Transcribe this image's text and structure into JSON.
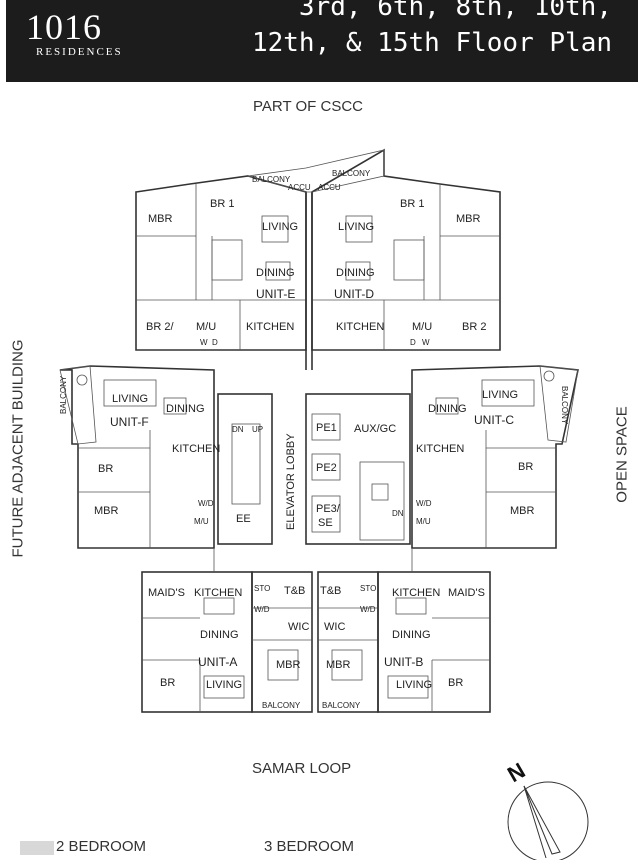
{
  "header": {
    "logo": "1016",
    "logo_sub": "RESIDENCES",
    "title_line1": "3rd, 6th, 8th, 10th,",
    "title_line2": "12th, & 15th Floor Plan"
  },
  "captions": {
    "top": "PART OF CSCC",
    "bottom": "SAMAR LOOP",
    "left": "FUTURE  ADJACENT BUILDING",
    "right": "OPEN SPACE"
  },
  "compass": {
    "label": "N"
  },
  "legend": {
    "two_bedroom": "2 BEDROOM",
    "three_bedroom": "3 BEDROOM"
  },
  "core": {
    "elevator_lobby": "ELEVATOR LOBBY",
    "ee": "EE",
    "aux": "AUX/GC",
    "pe1": "PE1",
    "pe2": "PE2",
    "pe3": "PE3/",
    "se": "SE",
    "dn": "DN",
    "up": "UP"
  },
  "units": {
    "e": {
      "name": "UNIT-E",
      "mbr": "MBR",
      "br1": "BR 1",
      "br2": "BR 2/",
      "living": "LIVING",
      "dining": "DINING",
      "kitchen": "KITCHEN",
      "mu": "M/U",
      "w": "W",
      "d": "D",
      "balcony": "BALCONY",
      "acc": "ACCU"
    },
    "d": {
      "name": "UNIT-D",
      "mbr": "MBR",
      "br1": "BR 1",
      "br2": "BR 2",
      "living": "LIVING",
      "dining": "DINING",
      "kitchen": "KITCHEN",
      "mu": "M/U",
      "d": "D",
      "w": "W",
      "balcony": "BALCONY",
      "acc": "ACCU"
    },
    "f": {
      "name": "UNIT-F",
      "living": "LIVING",
      "dining": "DINING",
      "kitchen": "KITCHEN",
      "br": "BR",
      "mbr": "MBR",
      "wd": "W/D",
      "mu": "M/U",
      "balcony": "BALCONY"
    },
    "c": {
      "name": "UNIT-C",
      "living": "LIVING",
      "dining": "DINING",
      "kitchen": "KITCHEN",
      "br": "BR",
      "mbr": "MBR",
      "wd": "W/D",
      "mu": "M/U",
      "balcony": "BALCONY"
    },
    "a": {
      "name": "UNIT-A",
      "maids": "MAID'S",
      "kitchen": "KITCHEN",
      "dining": "DINING",
      "br": "BR",
      "living": "LIVING",
      "balcony": "BALCONY",
      "tb": "T&B",
      "wic": "WIC",
      "mbr": "MBR",
      "sto": "STO",
      "wd": "W/D"
    },
    "b": {
      "name": "UNIT-B",
      "maids": "MAID'S",
      "kitchen": "KITCHEN",
      "dining": "DINING",
      "br": "BR",
      "living": "LIVING",
      "balcony": "BALCONY",
      "tb": "T&B",
      "wic": "WIC",
      "mbr": "MBR",
      "sto": "STO",
      "wd": "W/D"
    }
  }
}
